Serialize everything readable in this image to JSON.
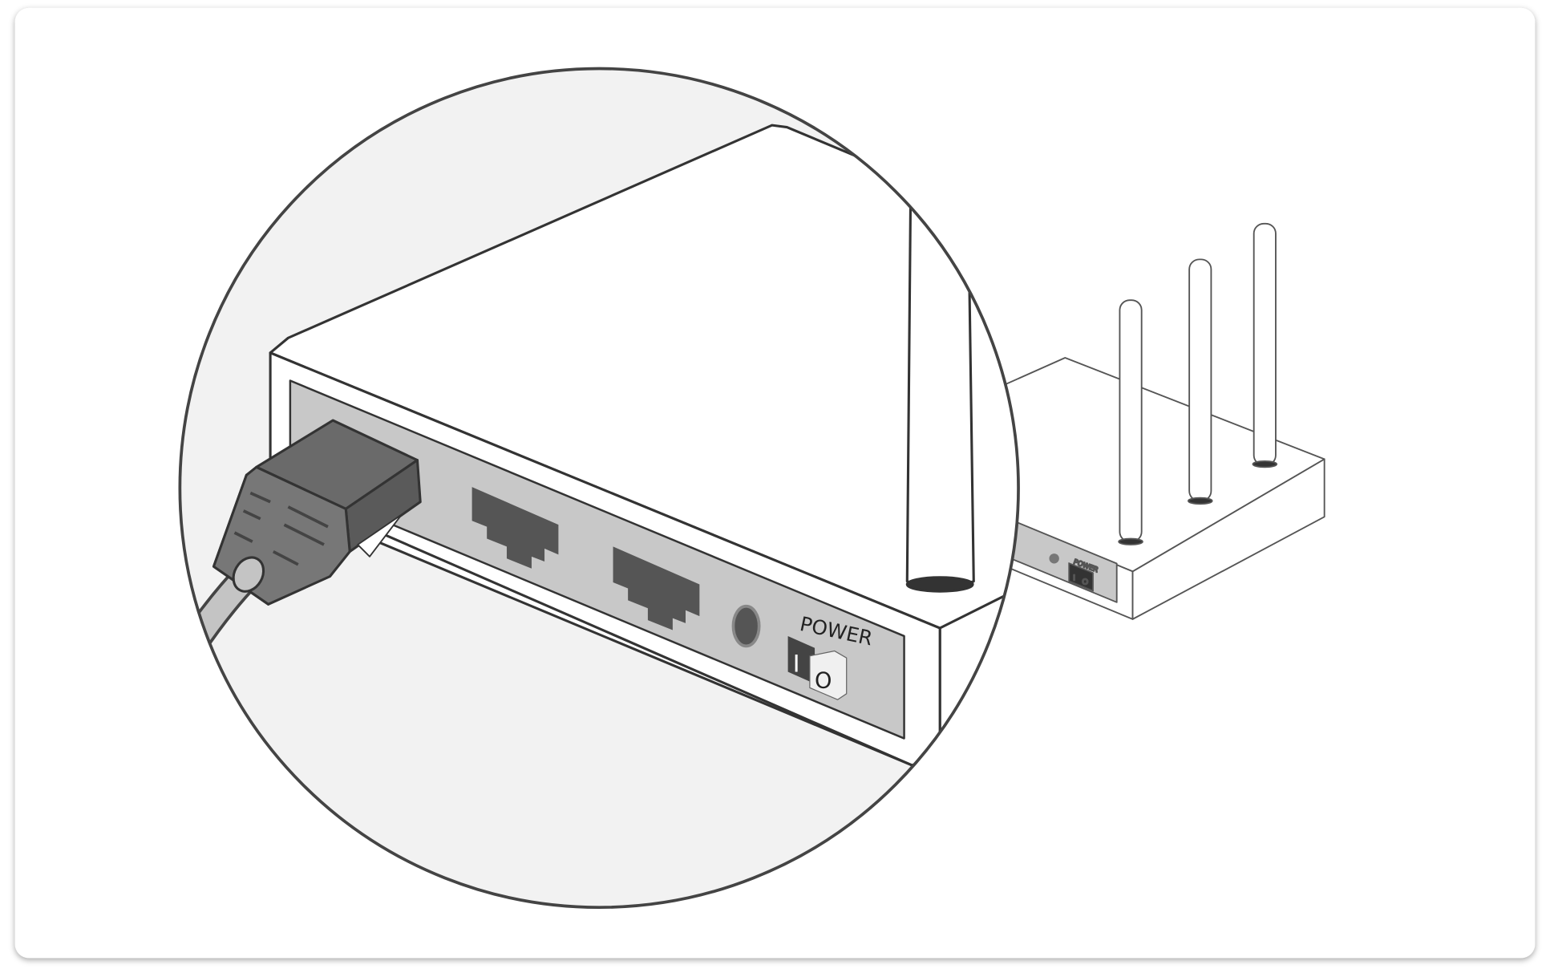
{
  "illustration": {
    "title": "Router rear panel with Ethernet cable being connected",
    "power_label": "POWER",
    "switch_on_label": "I",
    "switch_off_label": "O",
    "small_power_label": "POWER",
    "small_switch_on_label": "I",
    "small_switch_off_label": "O"
  },
  "colors": {
    "background": "#f2f2f2",
    "outline": "#444444",
    "panel": "#c8c8c8",
    "connector": "#6a6a6a",
    "port": "#555555"
  }
}
